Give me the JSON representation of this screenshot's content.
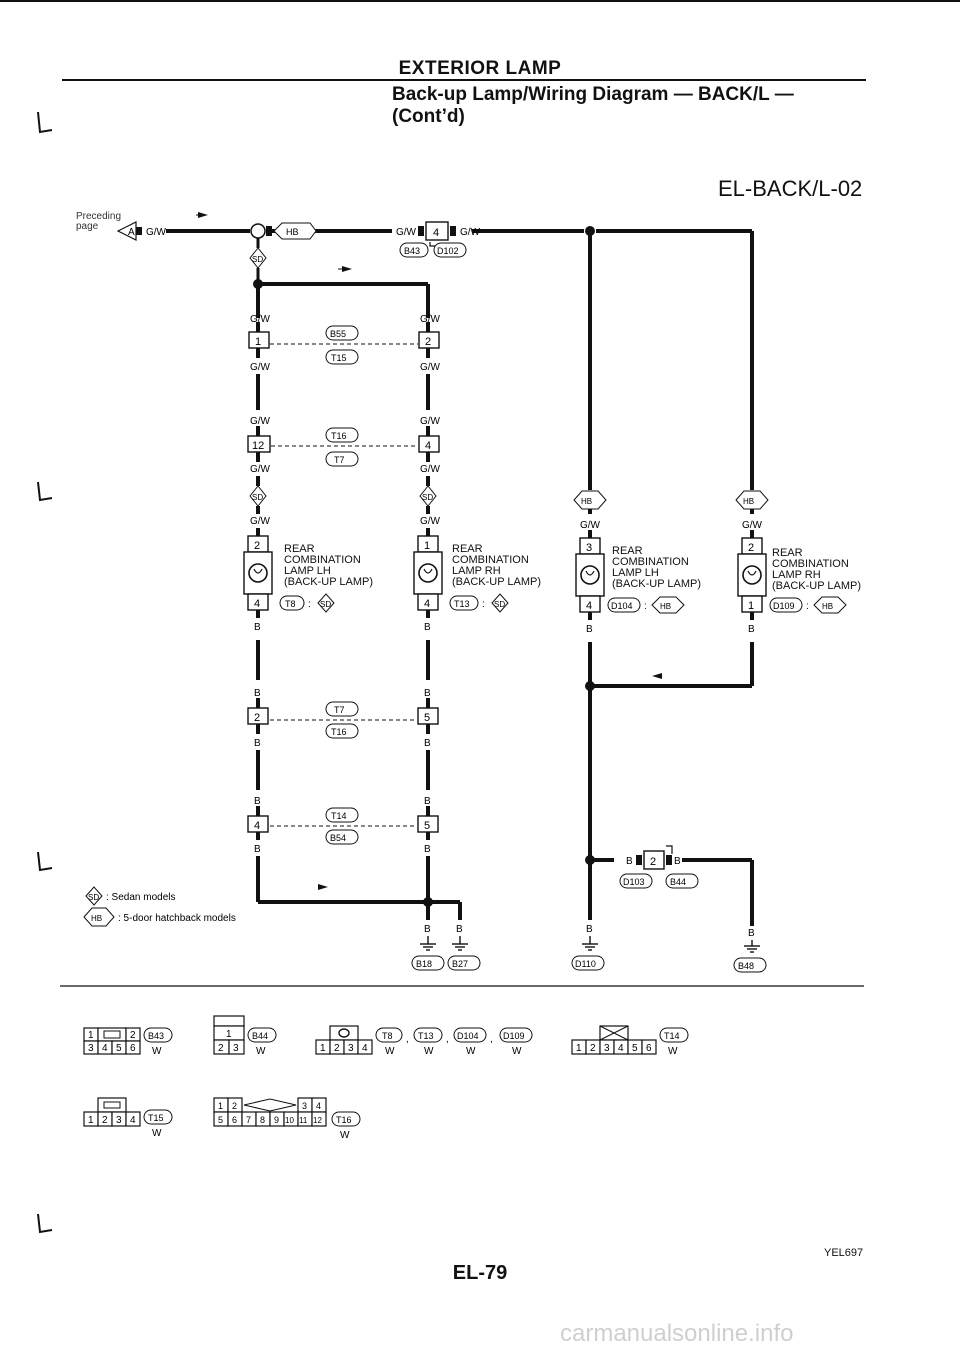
{
  "header": {
    "section": "EXTERIOR LAMP",
    "title_line1": "Back-up Lamp/Wiring Diagram — BACK/L —",
    "title_line2": "(Cont’d)",
    "diagram_code": "EL-BACK/L-02"
  },
  "preceding": {
    "line1": "Preceding",
    "line2": "page",
    "connector_letter": "A"
  },
  "wire_color_gw": "G/W",
  "wire_color_b": "B",
  "connector_ids": {
    "B43": "B43",
    "D102": "D102",
    "B55": "B55",
    "T15": "T15",
    "T16": "T16",
    "T7": "T7",
    "T8": "T8",
    "T13": "T13",
    "D104": "D104",
    "D109": "D109",
    "T14": "T14",
    "B54": "B54",
    "D103": "D103",
    "B44": "B44",
    "B18": "B18",
    "B27": "B27",
    "D110": "D110",
    "B48": "B48"
  },
  "model_tags": {
    "sd": "SD",
    "hb": "HB"
  },
  "lamps": [
    {
      "line1": "REAR",
      "line2": "COMBINATION",
      "line3": "LAMP LH",
      "line4": "(BACK-UP LAMP)",
      "pin_top": "2",
      "pin_bottom": "4"
    },
    {
      "line1": "REAR",
      "line2": "COMBINATION",
      "line3": "LAMP RH",
      "line4": "(BACK-UP LAMP)",
      "pin_top": "1",
      "pin_bottom": "4"
    },
    {
      "line1": "REAR",
      "line2": "COMBINATION",
      "line3": "LAMP LH",
      "line4": "(BACK-UP LAMP)",
      "pin_top": "3",
      "pin_bottom": "4"
    },
    {
      "line1": "REAR",
      "line2": "COMBINATION",
      "line3": "LAMP RH",
      "line4": "(BACK-UP LAMP)",
      "pin_top": "2",
      "pin_bottom": "1"
    }
  ],
  "pins": {
    "b43_d102": "4",
    "b55_t15_l": "1",
    "b55_t15_r": "2",
    "t16_t7_l": "12",
    "t16_t7_r": "4",
    "t7_t16_l": "2",
    "t7_t16_r": "5",
    "t14_b54_l": "4",
    "t14_b54_r": "5",
    "d103_b44": "2"
  },
  "legend": [
    {
      "tag": "SD",
      "text": ": Sedan models"
    },
    {
      "tag": "HB",
      "text": ": 5-door hatchback models"
    }
  ],
  "connector_faces": {
    "b43": {
      "cells": [
        "1",
        "",
        "2",
        "3",
        "4",
        "5",
        "6"
      ],
      "id": "B43",
      "color": "W"
    },
    "b44": {
      "cells": [
        "1",
        "2",
        "3"
      ],
      "id": "B44",
      "color": "W"
    },
    "t8group": {
      "cells": [
        "1",
        "2",
        "3",
        "4"
      ],
      "ids": [
        "T8",
        "T13",
        "D104",
        "D109"
      ],
      "color": "W"
    },
    "t14": {
      "cells": [
        "1",
        "2",
        "3",
        "4",
        "5",
        "6"
      ],
      "id": "T14",
      "color": "W"
    },
    "t15": {
      "cells": [
        "1",
        "2",
        "3",
        "4"
      ],
      "id": "T15",
      "color": "W"
    },
    "t16": {
      "cells": [
        "1",
        "2",
        "3",
        "4",
        "5",
        "6",
        "7",
        "8",
        "9",
        "10",
        "11",
        "12"
      ],
      "id": "T16",
      "color": "W"
    }
  },
  "footer": {
    "page": "EL-79",
    "ref": "YEL697",
    "watermark": "carmanualsonline.info"
  }
}
